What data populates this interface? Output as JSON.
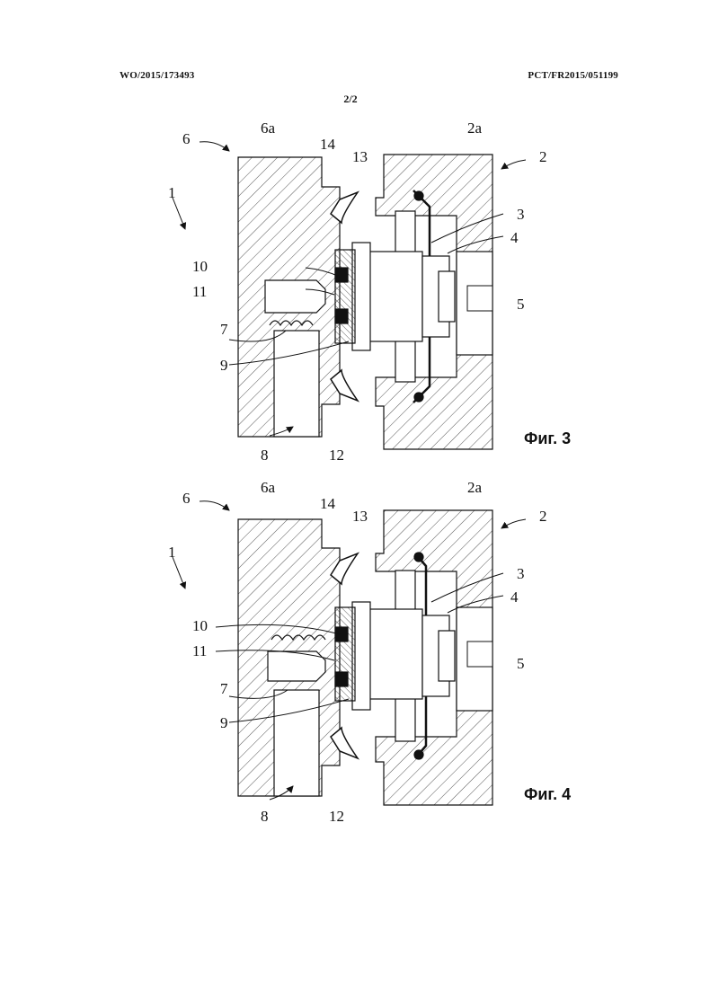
{
  "header": {
    "publication_number": "WO/2015/173493",
    "application_number": "PCT/FR2015/051199",
    "page_number": "2/2"
  },
  "figures": [
    {
      "caption": "Фиг. 3",
      "labels": {
        "l6": "6",
        "l6a": "6a",
        "l14": "14",
        "l13": "13",
        "l2a": "2a",
        "l2": "2",
        "l1": "1",
        "l3": "3",
        "l4": "4",
        "l10": "10",
        "l11": "11",
        "l5": "5",
        "l7": "7",
        "l9": "9",
        "l8": "8",
        "l12": "12"
      }
    },
    {
      "caption": "Фиг. 4",
      "labels": {
        "l6": "6",
        "l6a": "6a",
        "l14": "14",
        "l13": "13",
        "l2a": "2a",
        "l2": "2",
        "l1": "1",
        "l3": "3",
        "l4": "4",
        "l10": "10",
        "l11": "11",
        "l5": "5",
        "l7": "7",
        "l9": "9",
        "l8": "8",
        "l12": "12"
      }
    }
  ]
}
